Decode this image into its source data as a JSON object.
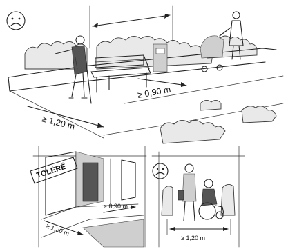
{
  "top_scene": {
    "mood_icon": "sad-face-icon",
    "width_label_path": "≥ 0,90 m",
    "width_label_sidewalk": "≥ 1,20 m"
  },
  "bottom_left": {
    "sign_text": "TOLÉRÉ",
    "width_label_small": "≥ 0,90 m",
    "width_label_large": "≥ 1,20 m"
  },
  "bottom_right": {
    "mood_icon": "sad-face-icon",
    "width_label": "≥ 1,20 m"
  }
}
